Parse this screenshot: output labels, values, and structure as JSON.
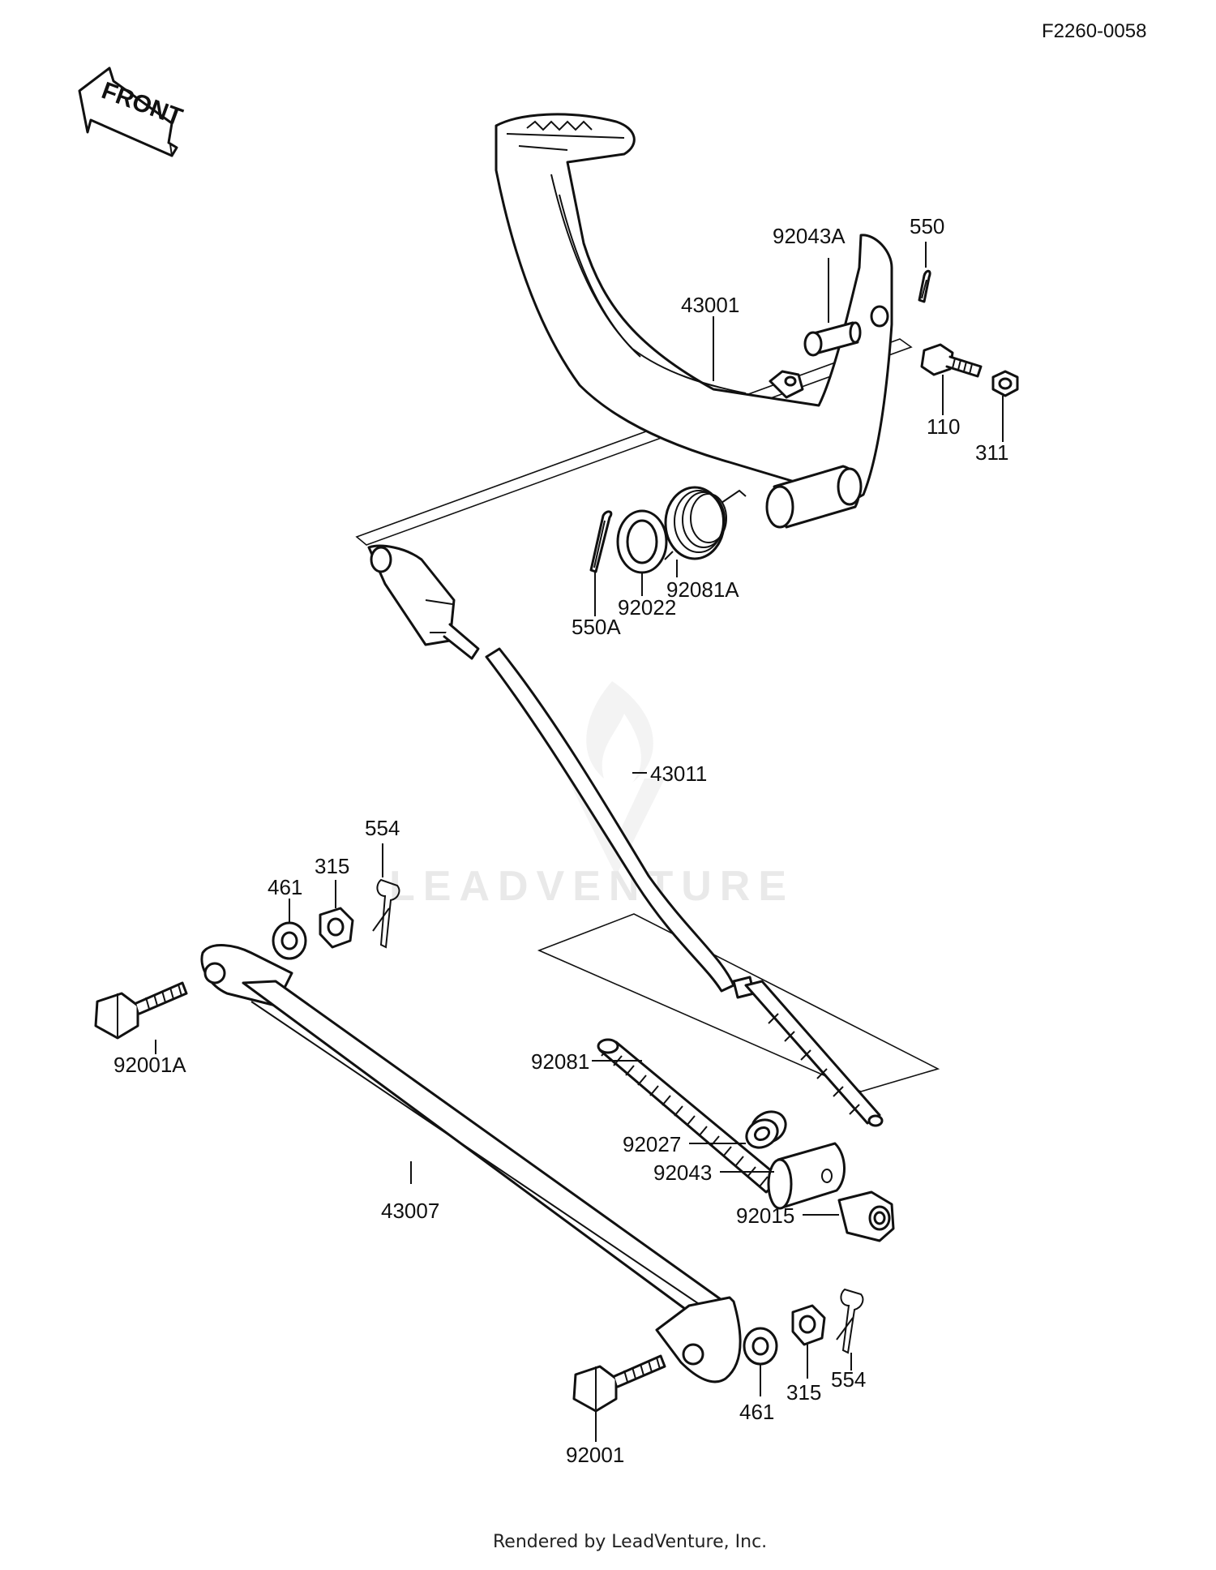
{
  "diagram_id": "F2260-0058",
  "front_label": "FRONT",
  "watermark": "LEADVENTURE",
  "footer": "Rendered by LeadVenture, Inc.",
  "parts": [
    {
      "id": "550",
      "label": "550"
    },
    {
      "id": "92043A",
      "label": "92043A"
    },
    {
      "id": "43001",
      "label": "43001"
    },
    {
      "id": "110",
      "label": "110"
    },
    {
      "id": "311",
      "label": "311"
    },
    {
      "id": "92081A",
      "label": "92081A"
    },
    {
      "id": "92022",
      "label": "92022"
    },
    {
      "id": "550A",
      "label": "550A"
    },
    {
      "id": "43011",
      "label": "43011"
    },
    {
      "id": "554-upper",
      "label": "554"
    },
    {
      "id": "315-upper",
      "label": "315"
    },
    {
      "id": "461-upper",
      "label": "461"
    },
    {
      "id": "92001A",
      "label": "92001A"
    },
    {
      "id": "92081",
      "label": "92081"
    },
    {
      "id": "92027",
      "label": "92027"
    },
    {
      "id": "92043",
      "label": "92043"
    },
    {
      "id": "92015",
      "label": "92015"
    },
    {
      "id": "43007",
      "label": "43007"
    },
    {
      "id": "461-lower",
      "label": "461"
    },
    {
      "id": "315-lower",
      "label": "315"
    },
    {
      "id": "554-lower",
      "label": "554"
    },
    {
      "id": "92001",
      "label": "92001"
    }
  ]
}
